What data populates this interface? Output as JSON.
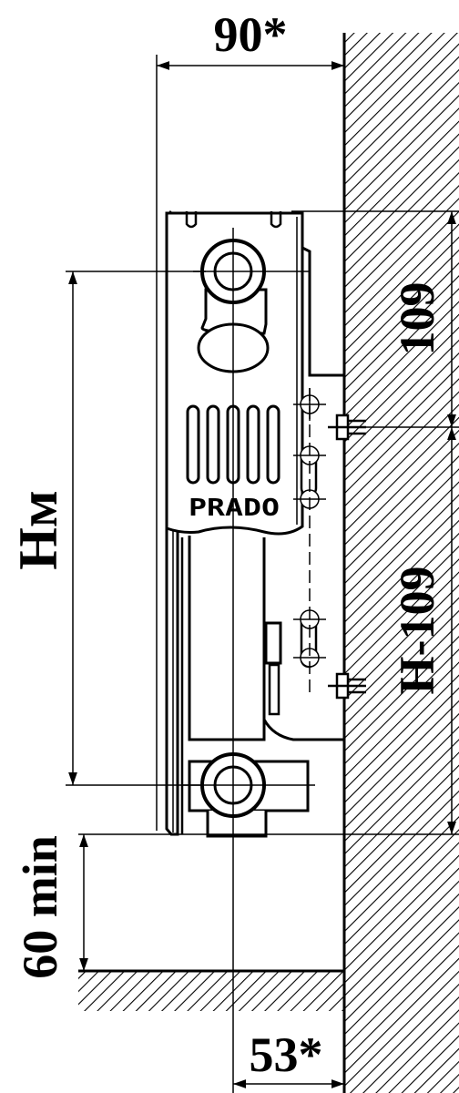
{
  "colors": {
    "ink": "#000000",
    "paper": "#ffffff"
  },
  "brand": "PRADO",
  "dimensions": {
    "depth": "90*",
    "pipe_offset": "53*",
    "floor_clearance": "60 min",
    "top_to_bracket": "109",
    "bracket_span": "H-109",
    "connection_height": "Hм"
  }
}
